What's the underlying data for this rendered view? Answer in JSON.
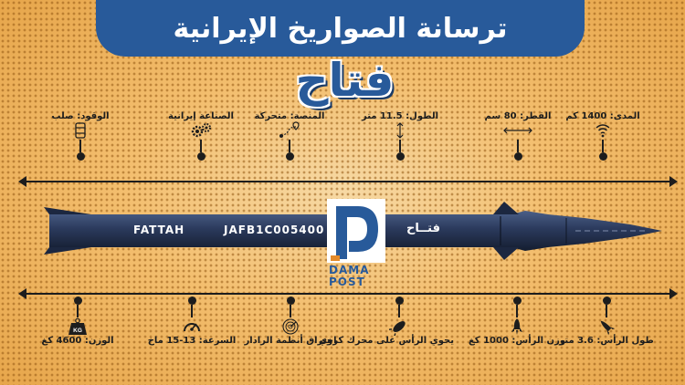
{
  "title": "ترسانة الصواريخ الإيرانية",
  "logo_text": "فتاح",
  "missile": {
    "label_latin": "FATTAH",
    "serial": "JAFB1C005400",
    "label_arabic": "فتــاح"
  },
  "brand": {
    "line1": "DAMA",
    "line2": "POST"
  },
  "top_stats": [
    {
      "label": "الوقود: صلب",
      "icon": "fuel-barrel-icon"
    },
    {
      "label": "الصناعة إيرانية",
      "icon": "gears-icon"
    },
    {
      "label": "المنصة: متحركة",
      "icon": "map-route-icon"
    },
    {
      "label": "الطول: 11.5 متر",
      "icon": "length-arrow-icon"
    },
    {
      "label": "القطر: 80 سم",
      "icon": "diameter-arrow-icon"
    },
    {
      "label": "المدى: 1400 كم",
      "icon": "range-signal-icon"
    }
  ],
  "bottom_stats": [
    {
      "label": "الوزن: 4600 كغ",
      "icon": "weight-icon",
      "icon_text": "KG"
    },
    {
      "label": "السرعة: 13-15 ماخ",
      "icon": "speedometer-icon"
    },
    {
      "label": "اختراق أنظمة الرادار",
      "icon": "radar-icon"
    },
    {
      "label": "يحوي الرأس على محرك كروي",
      "icon": "warhead-icon"
    },
    {
      "label": "وزن الرأس: 1000 كغ",
      "icon": "rocket-icon"
    },
    {
      "label": "طول الرأس: 3.6 متر",
      "icon": "missile-head-icon"
    }
  ],
  "colors": {
    "background": "#f3be6e",
    "banner": "#285a9a",
    "missile_body": "#2b3a5c",
    "ink": "#1d1d1d"
  }
}
